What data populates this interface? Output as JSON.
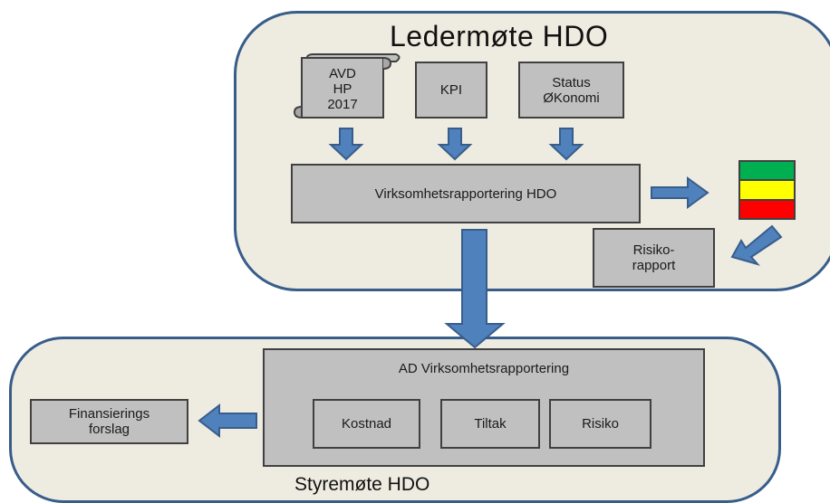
{
  "top_panel": {
    "title": "Ledermøte HDO",
    "doc_box": "AVD\nHP\n2017",
    "kpi_box": "KPI",
    "status_box": "Status\nØKonomi",
    "main_box": "Virksomhetsrapportering HDO",
    "risk_report_box": "Risiko-\nrapport",
    "traffic_light_colors": [
      "#00b050",
      "#ffff00",
      "#ff0000"
    ]
  },
  "bottom_panel": {
    "title": "Styremøte HDO",
    "main_box": "AD Virksomhetsrapportering",
    "items": [
      "Kostnad",
      "Tiltak",
      "Risiko"
    ],
    "finance_box": "Finansierings\nforslag"
  },
  "colors": {
    "panel_fill": "#eeece1",
    "panel_border": "#385d8a",
    "box_fill": "#c0c0c0",
    "arrow_fill": "#4f81bd"
  }
}
